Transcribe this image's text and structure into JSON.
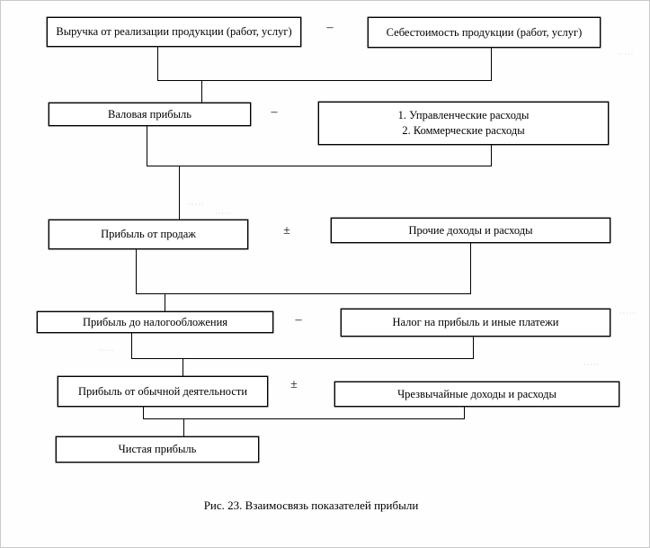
{
  "diagram": {
    "caption": "Рис. 23. Взаимосвязь показателей прибыли",
    "rows": [
      {
        "left": "Выручка от реализации продукции (работ, услуг)",
        "operator": "–",
        "right": "Себестоимость продукции (работ, услуг)"
      },
      {
        "left": "Валовая прибыль",
        "operator": "–",
        "right_lines": [
          "1. Управленческие расходы",
          "2. Коммерческие расходы"
        ]
      },
      {
        "left": "Прибыль от продаж",
        "operator": "±",
        "right": "Прочие доходы и расходы"
      },
      {
        "left": "Прибыль до налогообложения",
        "operator": "–",
        "right": "Налог на прибыль и иные платежи"
      },
      {
        "left": "Прибыль от обычной деятельности",
        "operator": "±",
        "right": "Чрезвычайные доходы и расходы"
      },
      {
        "left": "Чистая прибыль"
      }
    ]
  },
  "decor": {
    "dots": "·····"
  },
  "colors": {
    "background": "#ffffff",
    "line": "#000000",
    "artifact": "#c9c9bd"
  }
}
